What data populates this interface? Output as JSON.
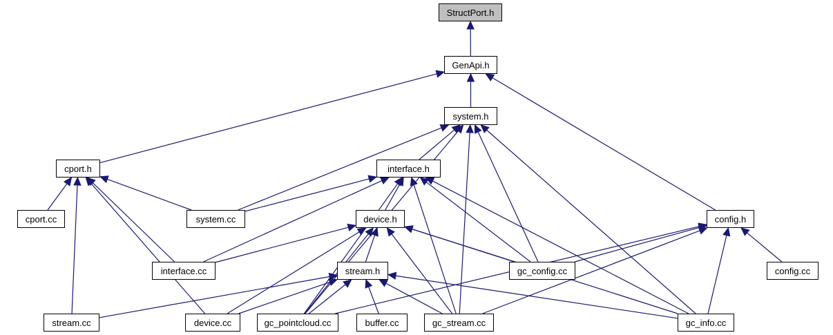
{
  "title": "StructPort.h include dependency graph",
  "colors": {
    "edge": "#191970",
    "root_fill": "#bfbfbf",
    "node_fill": "#ffffff",
    "border": "#000000"
  },
  "nodes": [
    {
      "id": "structport_h",
      "label": "StructPort.h",
      "root": true
    },
    {
      "id": "genapi_h",
      "label": "GenApi.h"
    },
    {
      "id": "system_h",
      "label": "system.h"
    },
    {
      "id": "cport_h",
      "label": "cport.h"
    },
    {
      "id": "interface_h",
      "label": "interface.h"
    },
    {
      "id": "cport_cc",
      "label": "cport.cc"
    },
    {
      "id": "system_cc",
      "label": "system.cc"
    },
    {
      "id": "device_h",
      "label": "device.h"
    },
    {
      "id": "config_h",
      "label": "config.h"
    },
    {
      "id": "interface_cc",
      "label": "interface.cc"
    },
    {
      "id": "gc_config_cc",
      "label": "gc_config.cc"
    },
    {
      "id": "stream_h",
      "label": "stream.h"
    },
    {
      "id": "config_cc",
      "label": "config.cc"
    },
    {
      "id": "stream_cc",
      "label": "stream.cc"
    },
    {
      "id": "device_cc",
      "label": "device.cc"
    },
    {
      "id": "gc_pointcloud_cc",
      "label": "gc_pointcloud.cc"
    },
    {
      "id": "buffer_cc",
      "label": "buffer.cc"
    },
    {
      "id": "gc_stream_cc",
      "label": "gc_stream.cc"
    },
    {
      "id": "gc_info_cc",
      "label": "gc_info.cc"
    }
  ],
  "edges": [
    [
      "genapi_h",
      "structport_h"
    ],
    [
      "system_h",
      "genapi_h"
    ],
    [
      "cport_h",
      "genapi_h"
    ],
    [
      "config_h",
      "genapi_h"
    ],
    [
      "interface_h",
      "system_h"
    ],
    [
      "system_cc",
      "system_h"
    ],
    [
      "gc_config_cc",
      "system_h"
    ],
    [
      "gc_stream_cc",
      "system_h"
    ],
    [
      "gc_info_cc",
      "system_h"
    ],
    [
      "gc_pointcloud_cc",
      "system_h"
    ],
    [
      "cport_cc",
      "cport_h"
    ],
    [
      "system_cc",
      "cport_h"
    ],
    [
      "interface_cc",
      "cport_h"
    ],
    [
      "stream_cc",
      "cport_h"
    ],
    [
      "device_cc",
      "cport_h"
    ],
    [
      "system_cc",
      "interface_h"
    ],
    [
      "interface_cc",
      "interface_h"
    ],
    [
      "device_h",
      "interface_h"
    ],
    [
      "gc_pointcloud_cc",
      "interface_h"
    ],
    [
      "gc_stream_cc",
      "interface_h"
    ],
    [
      "gc_config_cc",
      "interface_h"
    ],
    [
      "gc_info_cc",
      "interface_h"
    ],
    [
      "interface_cc",
      "device_h"
    ],
    [
      "stream_h",
      "device_h"
    ],
    [
      "device_cc",
      "device_h"
    ],
    [
      "gc_pointcloud_cc",
      "device_h"
    ],
    [
      "gc_stream_cc",
      "device_h"
    ],
    [
      "gc_config_cc",
      "device_h"
    ],
    [
      "gc_info_cc",
      "device_h"
    ],
    [
      "stream_cc",
      "stream_h"
    ],
    [
      "device_cc",
      "stream_h"
    ],
    [
      "gc_pointcloud_cc",
      "stream_h"
    ],
    [
      "buffer_cc",
      "stream_h"
    ],
    [
      "gc_stream_cc",
      "stream_h"
    ],
    [
      "gc_info_cc",
      "stream_h"
    ],
    [
      "gc_config_cc",
      "config_h"
    ],
    [
      "gc_pointcloud_cc",
      "config_h"
    ],
    [
      "gc_stream_cc",
      "config_h"
    ],
    [
      "gc_info_cc",
      "config_h"
    ],
    [
      "config_cc",
      "config_h"
    ]
  ]
}
